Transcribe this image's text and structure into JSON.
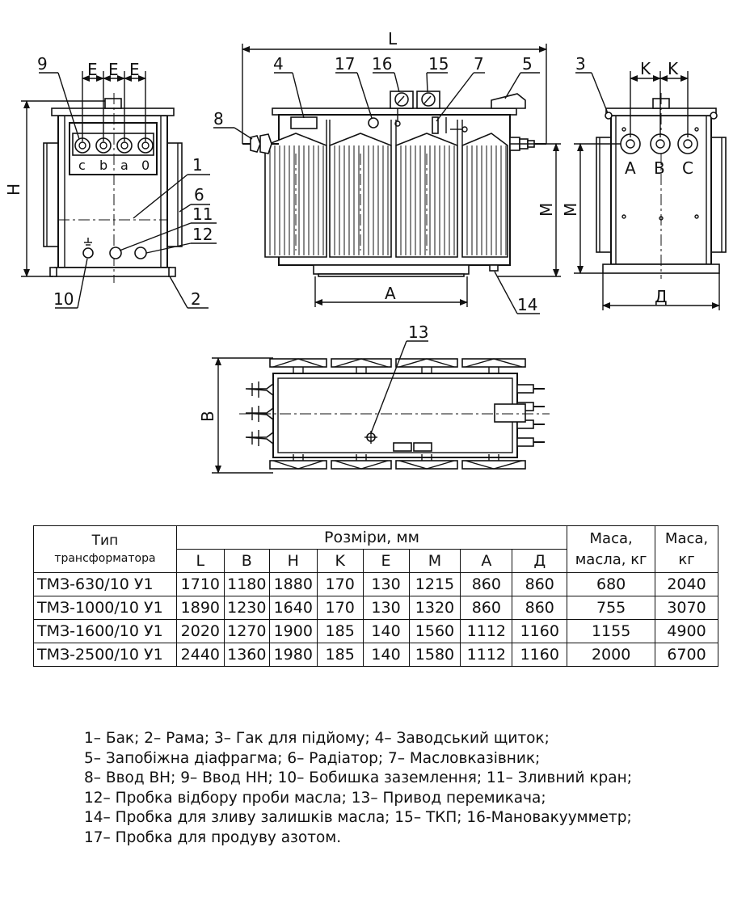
{
  "drawing": {
    "dims": {
      "L": "L",
      "E1": "E",
      "E2": "E",
      "E3": "E",
      "K1": "K",
      "K2": "K",
      "H": "H",
      "M1": "M",
      "M2": "M",
      "A": "A",
      "D": "Д",
      "B": "B"
    },
    "callouts": [
      "1",
      "2",
      "3",
      "4",
      "5",
      "6",
      "7",
      "8",
      "9",
      "10",
      "11",
      "12",
      "13",
      "14",
      "15",
      "16",
      "17"
    ],
    "lv_terminals": [
      "c",
      "b",
      "a",
      "0"
    ],
    "hv_terminals": [
      "A",
      "B",
      "C"
    ]
  },
  "table": {
    "header": {
      "type_line1": "Тип",
      "type_line2": "трансформатора",
      "dims_group": "Розміри, мм",
      "oil_mass_line1": "Маса,",
      "oil_mass_line2": "масла, кг",
      "total_mass_line1": "Маса,",
      "total_mass_line2": "кг",
      "columns": [
        "L",
        "B",
        "H",
        "K",
        "E",
        "M",
        "A",
        "Д"
      ]
    },
    "rows": [
      {
        "name": "ТМЗ-630/10 У1",
        "values": [
          "1710",
          "1180",
          "1880",
          "170",
          "130",
          "1215",
          "860",
          "860"
        ],
        "oil": "680",
        "mass": "2040"
      },
      {
        "name": "ТМЗ-1000/10 У1",
        "values": [
          "1890",
          "1230",
          "1640",
          "170",
          "130",
          "1320",
          "860",
          "860"
        ],
        "oil": "755",
        "mass": "3070"
      },
      {
        "name": "ТМЗ-1600/10 У1",
        "values": [
          "2020",
          "1270",
          "1900",
          "185",
          "140",
          "1560",
          "1112",
          "1160"
        ],
        "oil": "1155",
        "mass": "4900"
      },
      {
        "name": "ТМЗ-2500/10 У1",
        "values": [
          "2440",
          "1360",
          "1980",
          "185",
          "140",
          "1580",
          "1112",
          "1160"
        ],
        "oil": "2000",
        "mass": "6700"
      }
    ]
  },
  "legend": [
    "1– Бак; 2– Рама; 3– Гак для підйому; 4– Заводський щиток;",
    "5– Запобіжна діафрагма; 6– Радіатор; 7– Масловказівник;",
    "8– Ввод ВН; 9– Ввод НН; 10– Бобишка заземлення; 11– Зливний кран;",
    "12– Пробка відбору проби масла; 13– Привод перемикача;",
    "14– Пробка для зливу залишків масла; 15– ТКП; 16-Мановакуумметр;",
    "17– Пробка для продуву азотом."
  ]
}
